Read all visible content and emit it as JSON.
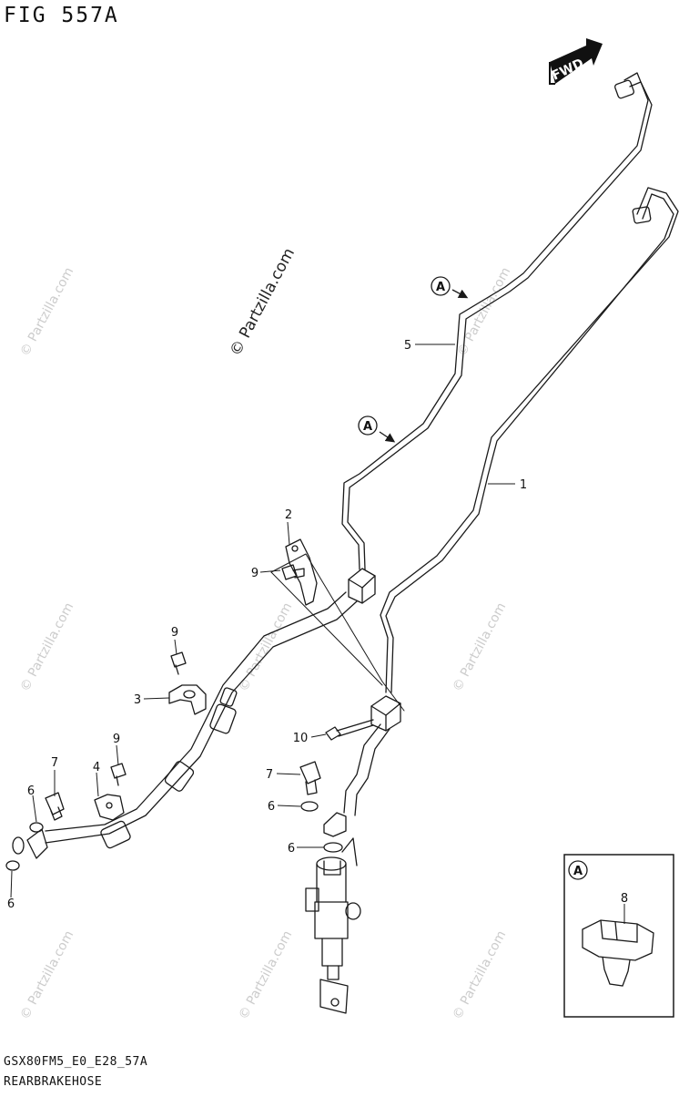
{
  "figure": {
    "title": "FIG 557A",
    "model_code": "GSX80FM5_E0_E28_57A",
    "caption": "REARBRAKEHOSE",
    "fwd_label": "FWD",
    "watermark_main": "© Partzilla.com",
    "watermark_repeat": "© Partzilla.com"
  },
  "callouts": {
    "c1": "1",
    "c2": "2",
    "c3": "3",
    "c4": "4",
    "c5": "5",
    "c6a": "6",
    "c6b": "6",
    "c6c": "6",
    "c6d": "6",
    "c7a": "7",
    "c7b": "7",
    "c8": "8",
    "c9a": "9",
    "c9b": "9",
    "c9c": "9",
    "c10": "10",
    "markerA1": "A",
    "markerA2": "A",
    "markerA3": "A"
  },
  "colors": {
    "line": "#1a1a1a",
    "watermark": "#c8c8c8"
  }
}
